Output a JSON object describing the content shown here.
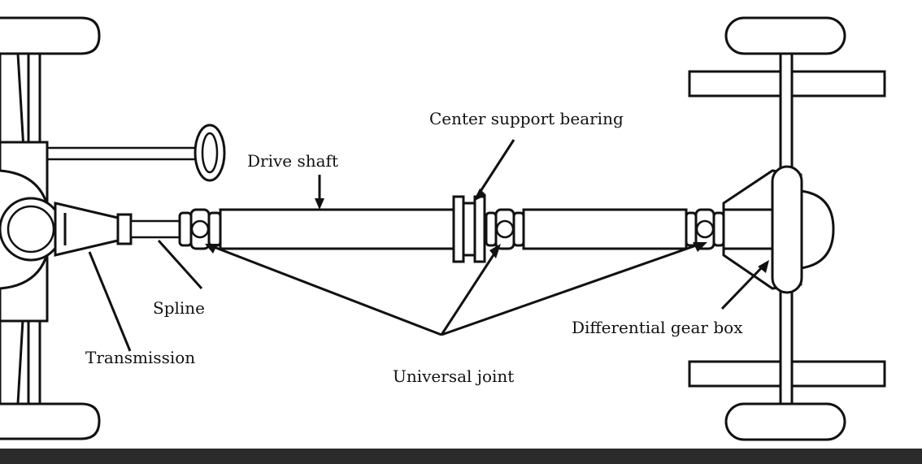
{
  "diagram": {
    "labels": {
      "center_support_bearing": "Center support bearing",
      "drive_shaft": "Drive shaft",
      "spline": "Spline",
      "transmission": "Transmission",
      "universal_joint": "Universal joint",
      "differential_gear_box": "Differential gear box"
    }
  },
  "colors": {
    "ink": "#111111",
    "background": "#ffffff",
    "bottom_bar": "#2b2b2b"
  }
}
